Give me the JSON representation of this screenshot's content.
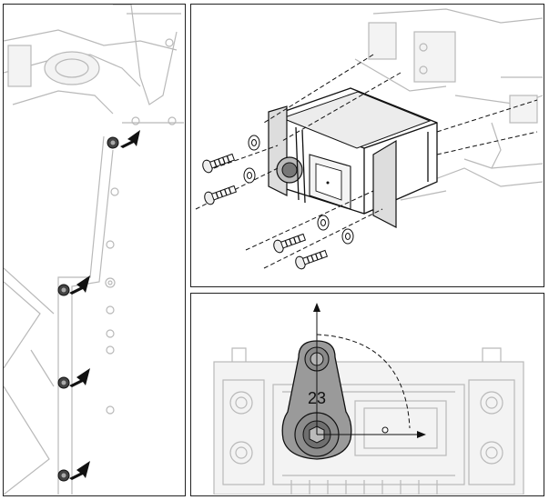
{
  "steps": [
    {
      "id": "left",
      "description_icons": [
        "screw-icon",
        "arrow-icon"
      ]
    },
    {
      "id": "top-right",
      "description_icons": [
        "screw-icon",
        "washer-icon",
        "servo-icon"
      ]
    },
    {
      "id": "bottom-right",
      "horn_label": "23"
    }
  ],
  "colors": {
    "line_light": "#b9b9b9",
    "line_dark": "#111111",
    "horn_fill": "#9a9a9a",
    "screw_fill": "#444444"
  }
}
